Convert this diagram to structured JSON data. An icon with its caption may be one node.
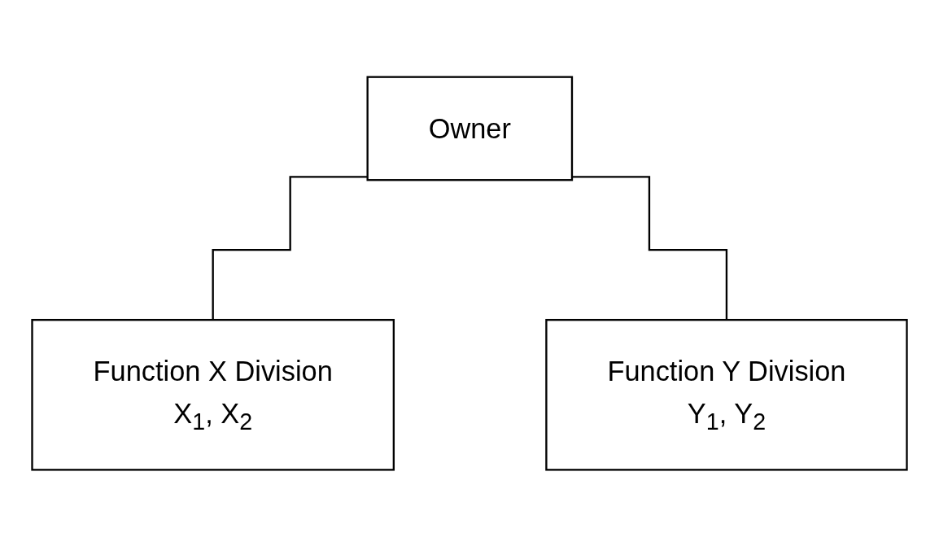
{
  "diagram": {
    "nodes": [
      {
        "text": [
          "Owner"
        ]
      },
      {
        "text": [
          "Function X Division",
          "X$_{1}$, X$_{2}$"
        ]
      },
      {
        "text": [
          "Function Y Division",
          "Y$_{1}$, Y$_{2}$"
        ]
      }
    ],
    "edges": [
      {
        "from": 0,
        "to": 1,
        "arrow": "none"
      },
      {
        "from": 0,
        "to": 2,
        "arrow": "none"
      }
    ]
  }
}
